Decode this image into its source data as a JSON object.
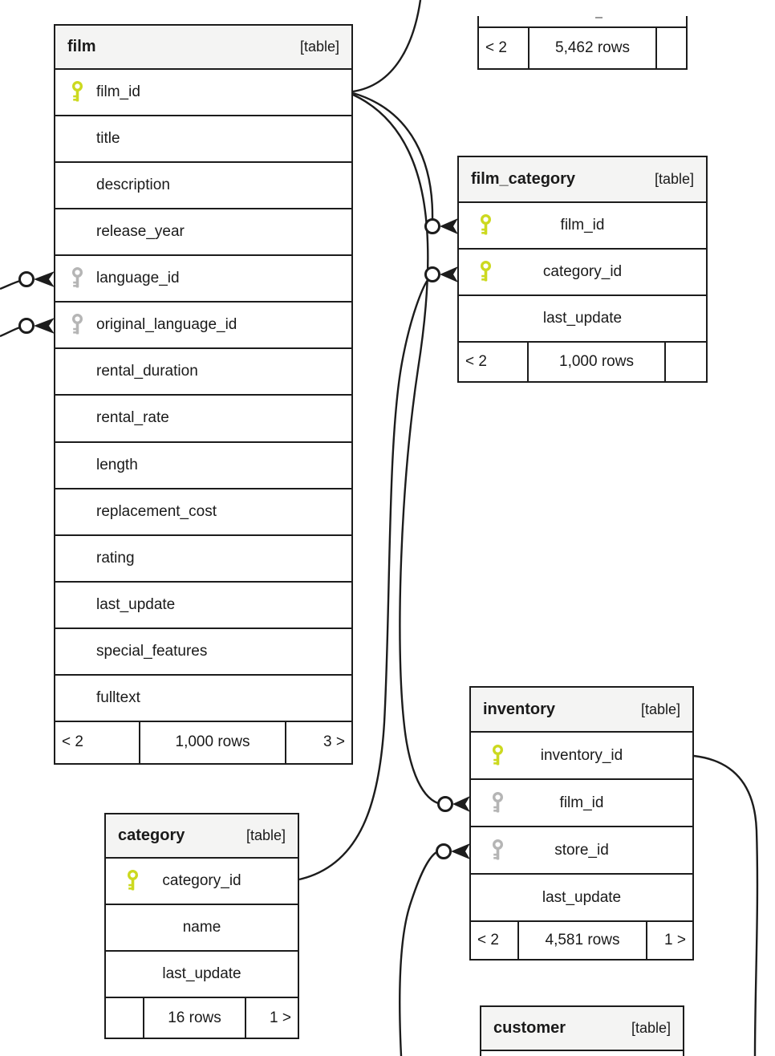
{
  "colors": {
    "primary_key": "#ccd91f",
    "foreign_key": "#b5b5b5",
    "border": "#1c1c1c",
    "header_bg": "#f4f4f3",
    "canvas_bg": "#ffffff"
  },
  "tables": {
    "film": {
      "title": "film",
      "tag": "[table]",
      "columns": [
        {
          "name": "film_id",
          "key": "primary",
          "icon": "primary-key-icon"
        },
        {
          "name": "title"
        },
        {
          "name": "description"
        },
        {
          "name": "release_year"
        },
        {
          "name": "language_id",
          "key": "foreign",
          "icon": "foreign-key-icon"
        },
        {
          "name": "original_language_id",
          "key": "foreign",
          "icon": "foreign-key-icon"
        },
        {
          "name": "rental_duration"
        },
        {
          "name": "rental_rate"
        },
        {
          "name": "length"
        },
        {
          "name": "replacement_cost"
        },
        {
          "name": "rating"
        },
        {
          "name": "last_update"
        },
        {
          "name": "special_features"
        },
        {
          "name": "fulltext"
        }
      ],
      "pager": {
        "prev": "< 2",
        "rows": "1,000 rows",
        "next": "3 >"
      }
    },
    "film_category": {
      "title": "film_category",
      "tag": "[table]",
      "columns": [
        {
          "name": "film_id",
          "key": "primary",
          "icon": "primary-key-icon"
        },
        {
          "name": "category_id",
          "key": "primary",
          "icon": "primary-key-icon"
        },
        {
          "name": "last_update"
        }
      ],
      "pager": {
        "prev": "< 2",
        "rows": "1,000 rows",
        "next": ""
      }
    },
    "category": {
      "title": "category",
      "tag": "[table]",
      "columns": [
        {
          "name": "category_id",
          "key": "primary",
          "icon": "primary-key-icon"
        },
        {
          "name": "name"
        },
        {
          "name": "last_update"
        }
      ],
      "pager": {
        "prev": "",
        "rows": "16 rows",
        "next": "1 >"
      }
    },
    "inventory": {
      "title": "inventory",
      "tag": "[table]",
      "columns": [
        {
          "name": "inventory_id",
          "key": "primary",
          "icon": "primary-key-icon"
        },
        {
          "name": "film_id",
          "key": "foreign",
          "icon": "foreign-key-icon"
        },
        {
          "name": "store_id",
          "key": "foreign",
          "icon": "foreign-key-icon"
        },
        {
          "name": "last_update"
        }
      ],
      "pager": {
        "prev": "< 2",
        "rows": "4,581 rows",
        "next": "1 >"
      }
    },
    "customer": {
      "title": "customer",
      "tag": "[table]"
    },
    "clipped_top": {
      "pager": {
        "prev": "< 2",
        "rows": "5,462 rows",
        "next": ""
      }
    }
  },
  "relationships": [
    {
      "source": "film.film_id",
      "target": "film_category.film_id"
    },
    {
      "source": "category.category_id",
      "target": "film_category.category_id"
    },
    {
      "source": "film.film_id",
      "target": "inventory.film_id"
    },
    {
      "source": "film.film_id",
      "target": "offscreen-top-table"
    },
    {
      "source": "offscreen-left",
      "target": "film.language_id"
    },
    {
      "source": "offscreen-left",
      "target": "film.original_language_id"
    },
    {
      "source": "offscreen-bottom",
      "target": "inventory.store_id"
    },
    {
      "source": "inventory.inventory_id",
      "target": "offscreen-bottom"
    }
  ]
}
